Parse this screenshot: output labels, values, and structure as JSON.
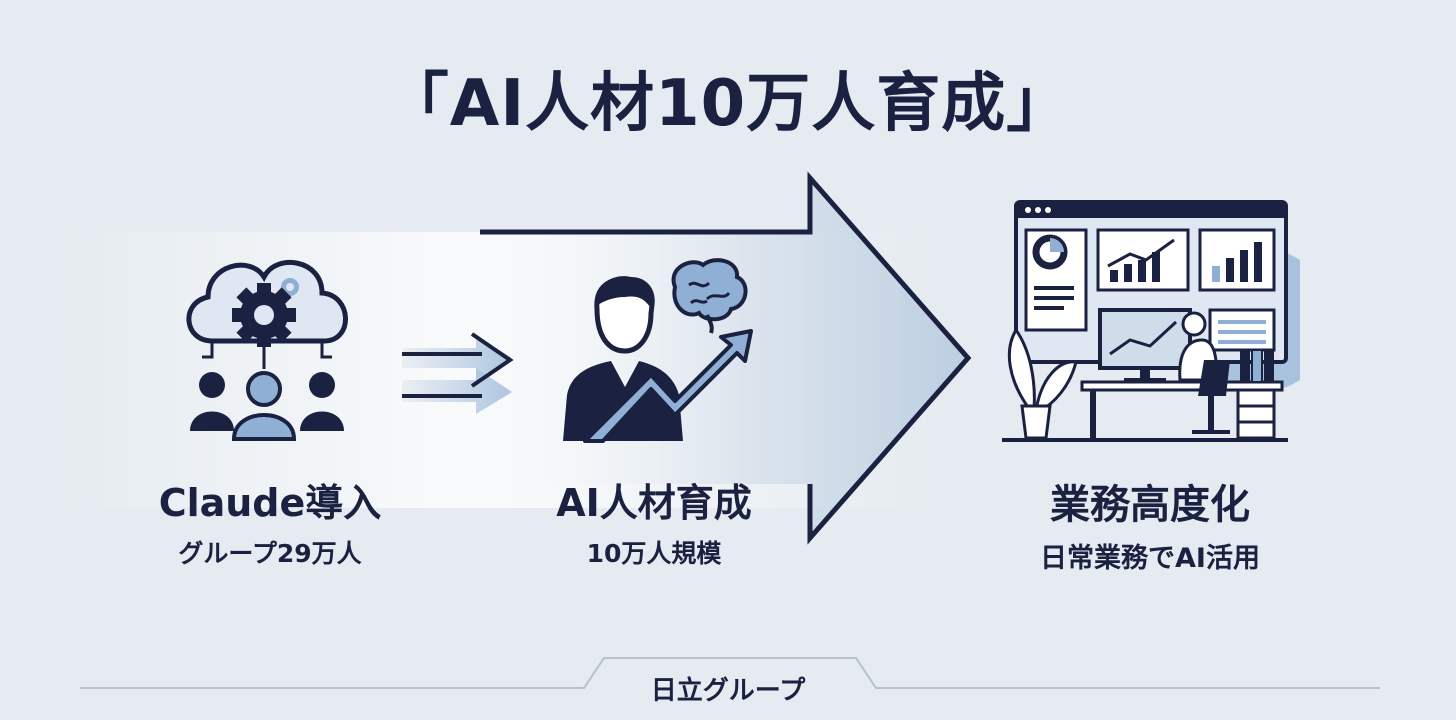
{
  "title": "「AI人材10万人育成」",
  "steps": [
    {
      "label": "Claude導入",
      "sub": "グループ29万人"
    },
    {
      "label": "AI人材育成",
      "sub": "10万人規模"
    },
    {
      "label": "業務高度化",
      "sub": "日常業務でAI活用"
    }
  ],
  "footer": "日立グループ",
  "colors": {
    "dark": "#1b2140",
    "accent": "#8fb0d4",
    "background": "#e5ebf0"
  },
  "icons": [
    "cloud-gear-people-icon",
    "person-brain-growth-icon",
    "office-dashboard-icon"
  ]
}
